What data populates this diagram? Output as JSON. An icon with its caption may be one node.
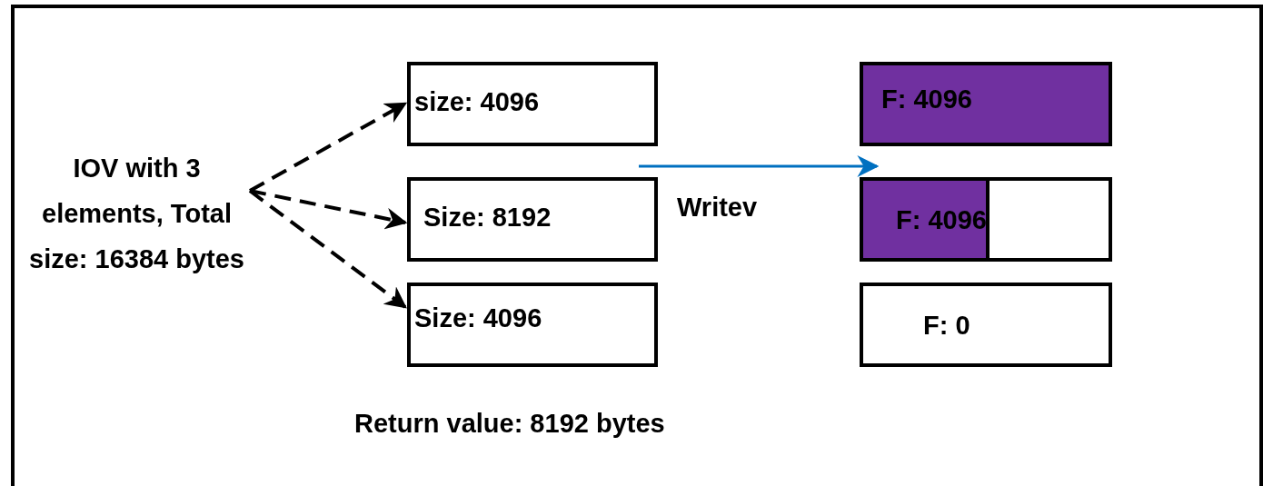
{
  "diagram": {
    "nodes": [
      {
        "text": [
          "IOV with 3 elements, Total size: 16384 bytes"
        ]
      },
      {
        "text": [
          "size: 4096"
        ]
      },
      {
        "text": [
          "Size: 8192"
        ]
      },
      {
        "text": [
          "Size: 4096"
        ]
      },
      {
        "text": [
          "F: 4096"
        ]
      },
      {
        "text": [
          "F: 4096"
        ]
      },
      {
        "text": [
          "F: 0"
        ]
      }
    ],
    "edges": [
      {
        "from": 0,
        "to": 1,
        "arrow": "to",
        "style": "dashed"
      },
      {
        "from": 0,
        "to": 2,
        "arrow": "to",
        "style": "dashed"
      },
      {
        "from": 0,
        "to": 3,
        "arrow": "to",
        "style": "dashed"
      }
    ],
    "labels": [
      "Writev",
      "Return value: 8192 bytes"
    ]
  }
}
